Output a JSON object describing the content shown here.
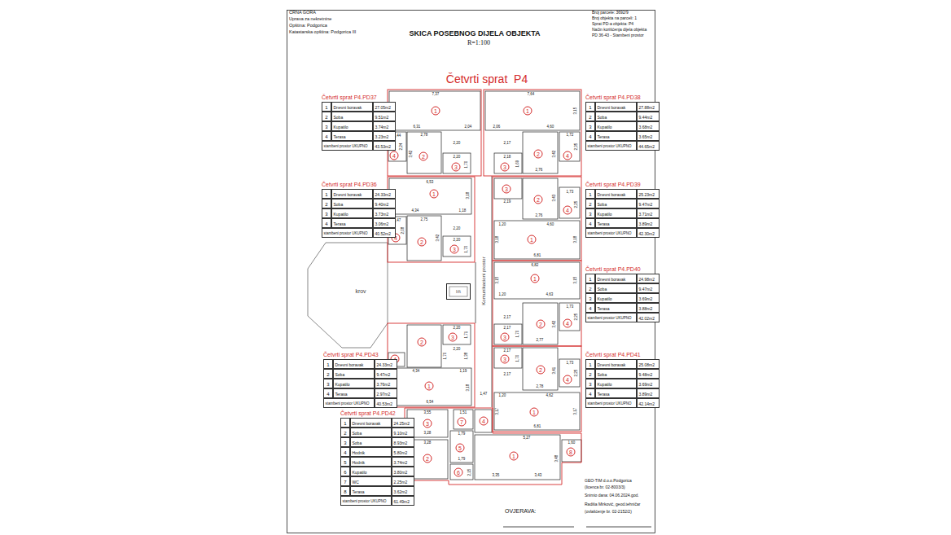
{
  "diagram": {
    "title": "SKICA POSEBNOG DIJELA OBJEKTA",
    "nodes": [
      {
        "text": [
          "Četvrti sprat P4.PD37",
          "1",
          "Dnevni boravak",
          "27.05m2",
          "2",
          "Soba",
          "9.51m2",
          "3",
          "Kupatilo",
          "3.74m2",
          "4",
          "Terasa",
          "3.23m2",
          "stambeni prostor UKUPNO",
          "43.53m2"
        ]
      },
      {
        "text": [
          "Četvrti sprat P4.PD38",
          "1",
          "Dnevni boravak",
          "27.88m2",
          "2",
          "Soba",
          "9.44m2",
          "3",
          "Kupatilo",
          "3.68m2",
          "4",
          "Terasa",
          "3.65m2",
          "stambeni prostor UKUPNO",
          "44.65m2"
        ]
      },
      {
        "text": [
          "Četvrti sprat P4.PD36",
          "1",
          "Dnevni boravak",
          "24.33m2",
          "2",
          "Soba",
          "9.40m2",
          "3",
          "Kupatilo",
          "3.73m2",
          "4",
          "Terasa",
          "3.06m2",
          "stambeni prostor UKUPNO",
          "40.52m2"
        ]
      },
      {
        "text": [
          "Četvrti sprat P4.PD39",
          "1",
          "Dnevni boravak",
          "25.23m2",
          "2",
          "Soba",
          "9.47m2",
          "3",
          "Kupatilo",
          "3.71m2",
          "4",
          "Terasa",
          "3.89m2",
          "stambeni prostor UKUPNO",
          "42.30m2"
        ]
      },
      {
        "text": [
          "Četvrti sprat P4.PD40",
          "1",
          "Dnevni boravak",
          "24.98m2",
          "2",
          "Soba",
          "9.47m2",
          "3",
          "Kupatilo",
          "3.69m2",
          "4",
          "Terasa",
          "3.88m2",
          "stambeni prostor UKUPNO",
          "42.02m2"
        ]
      },
      {
        "text": [
          "lift"
        ]
      },
      {
        "text": [
          "Četvrti sprat P4.PD43",
          "1",
          "Dnevni boravak",
          "24.33m2",
          "2",
          "Soba",
          "9.47m2",
          "3",
          "Kupatilo",
          "3.76m2",
          "4",
          "Terasa",
          "2.97m2",
          "stambeni prostor UKUPNO",
          "40.53m2"
        ]
      },
      {
        "text": [
          "Četvrti sprat P4.PD41",
          "1",
          "Dnevni boravak",
          "25.08m2",
          "2",
          "Soba",
          "9.48m2",
          "3",
          "Kupatilo",
          "3.69m2",
          "4",
          "Terasa",
          "3.89m2",
          "stambeni prostor UKUPNO",
          "42.14m2"
        ]
      },
      {
        "text": [
          "Četvrti sprat P4.PD42",
          "1",
          "Dnevni boravak",
          "24.25m2",
          "2",
          "Soba",
          "9.10m2",
          "3",
          "Soba",
          "8.93m2",
          "4",
          "Hodnik",
          "5.80m2",
          "5",
          "Hodnik",
          "3.74m2",
          "6",
          "Kupatilo",
          "3.80m2",
          "7",
          "WC",
          "2.25m2",
          "8",
          "Terasa",
          "3.62m2",
          "stambeni prostor UKUPNO",
          "61.49m2"
        ]
      }
    ],
    "labels": [
      "CRNA GORA",
      "Uprava za nekretnine",
      "Opština: Podgorica",
      "Katastarska opština: Podgorica III",
      "R=1:100",
      "Broj parcele: 3692/9",
      "Broj objekta na parceli: 1",
      "Sprat PD-a objekta: P4",
      "Način korišćenja dijela objekta",
      "PD 36-43 - Stambeni prostor",
      "Četvrti sprat  P4",
      "GEO-TIM d.o.o.Podgorica",
      "(licenca br. 02-8003/3)",
      "Snimio dana: 04.06.2024.god.",
      "Radiša Mirković, geod.tehničar",
      "(ovlašćenje br. 02-2152/2)",
      "OVJERAVA:",
      "krov",
      "Komunikacioni prostor",
      "1",
      "2",
      "3",
      "4",
      "1",
      "2",
      "3",
      "4",
      "1",
      "2",
      "3",
      "4",
      "3",
      "2",
      "4",
      "1",
      "1",
      "2",
      "3",
      "4",
      "2",
      "3",
      "4",
      "1",
      "3",
      "2",
      "4",
      "1",
      "3",
      "7",
      "4",
      "2",
      "5",
      "6",
      "1",
      "8",
      "7,37",
      "3,18",
      "6,31",
      "2,04",
      "2,78",
      "1,44",
      "2,24",
      "3,42",
      "2,20",
      "2,20",
      "1,70",
      "7,64",
      "3,15",
      "2,06",
      "4,60",
      "1,72",
      "2,35",
      "3,42",
      "2,17",
      "2,18",
      "1,69",
      "2,76",
      "6,53",
      "3,18",
      "3,18",
      "4,34",
      "1,18",
      "2,75",
      "1,47",
      "2,08",
      "3,42",
      "2,20",
      "2,20",
      "1,70",
      "2,19",
      "1,73",
      "2,25",
      "3,43",
      "2,76",
      "1,20",
      "4,60",
      "3,18",
      "3,18",
      "6,81",
      "6,82",
      "3,15",
      "3,15",
      "1,20",
      "4,63",
      "1,73",
      "2,25",
      "3,42",
      "2,17",
      "2,17",
      "1,70",
      "2,77",
      "2,20",
      "1,71",
      "2,20",
      "1,70",
      "1,38",
      "1,19",
      "4,34",
      "3,18",
      "3,18",
      "6,54",
      "2,17",
      "1,70",
      "2,17",
      "1,73",
      "2,25",
      "3,41",
      "2,78",
      "1,20",
      "4,62",
      "3,17",
      "3,17",
      "6,81",
      "3,55",
      "1,51",
      "2,63",
      "3,28",
      "1,79",
      "3,28",
      "2,79",
      "1,79",
      "2,15",
      "1,47",
      "5,27",
      "1,60",
      "3,48",
      "3,43",
      "3,35"
    ]
  }
}
